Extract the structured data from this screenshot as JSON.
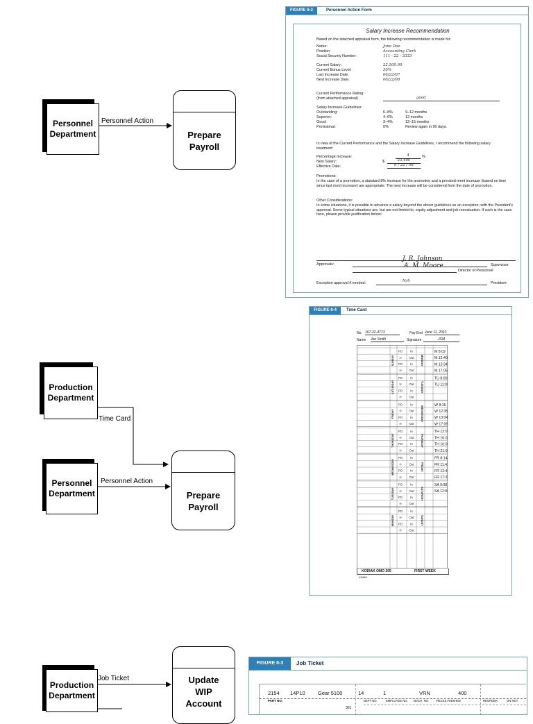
{
  "diagram1": {
    "entity": "Personnel\nDepartment",
    "flow": "Personnel Action",
    "process": "Prepare\nPayroll"
  },
  "diagram2": {
    "entity_top": "Production\nDepartment",
    "flow_top": "Time Card",
    "entity_bottom": "Personnel\nDepartment",
    "flow_bottom": "Personnel Action",
    "process": "Prepare\nPayroll"
  },
  "diagram3": {
    "entity": "Production\nDepartment",
    "flow": "Job Ticket",
    "process": "Update\nWIP\nAccount"
  },
  "figure_6_2": {
    "tag": "FIGURE 6-2",
    "title": "Personnel Action Form",
    "form_title": "Salary Increase Recommendation",
    "intro": "Based on the attached appraisal form, the following recommendation is made for:",
    "fields": [
      {
        "label": "Name:",
        "value": "Jane Doe"
      },
      {
        "label": "Position:",
        "value": "Accounting Clerk"
      },
      {
        "label": "Social Security Number:",
        "value": "111 - 22 - 3333"
      }
    ],
    "salary_fields": [
      {
        "label": "Current Salary:",
        "value": "22,500.00"
      },
      {
        "label": "Current Bonus Level:",
        "value": "50%"
      },
      {
        "label": "Last Increase Date:",
        "value": "06/22/07"
      },
      {
        "label": "Next Increase Date:",
        "value": "06/22/08"
      }
    ],
    "rating_label": "Current Performance Rating:",
    "rating_sub": "(from attached appraisal)",
    "rating_value": "good",
    "guidelines_label": "Salary Increase Guidelines:",
    "guidelines": [
      {
        "grade": "Outstanding:",
        "pct": "6–8%",
        "time": "9–12 months"
      },
      {
        "grade": "Superior:",
        "pct": "4–6%",
        "time": "12 months"
      },
      {
        "grade": "Good:",
        "pct": "3–4%",
        "time": "12–15 months"
      },
      {
        "grade": "Provisional:",
        "pct": "0%",
        "time": "Review again in 90 days."
      }
    ],
    "recommend_text": "In view of the Current Performance and the Salary Increase Guidelines, I recommend the following salary treatment:",
    "pct_label": "Percentage Increase:",
    "pct_value": "4",
    "pct_sign": "%",
    "salary_label": "New Salary:",
    "salary_prefix": "$",
    "salary_value": "23,400",
    "eff_label": "Effective Date:",
    "eff_value": "6 / 22 / 08",
    "promotions_label": "Promotions:",
    "promotions_text": "In the case of a promotion, a standard 8% increase for the promotion and a prorated merit increase (based on time since last merit increase) are appropriate. The next increase will be considered from the date of promotion.",
    "other_label": "Other Considerations:",
    "other_text": "In some situations, it is possible to advance a salary beyond the above guidelines as an exception, with the President's approval. Some typical situations are, but are not limited to, equity adjustment and job reevaluation. If such is the case here, please provide justification below:",
    "approvals_label": "Approvals:",
    "sig1": "J. R. Johnson",
    "sig1_role": "Supervisor",
    "sig2": "A. M. Moore",
    "sig2_role": "Director of Personnel",
    "exception_label": "Exception approval if needed:",
    "exception_value": "N/A",
    "exception_role": "President"
  },
  "figure_6_4": {
    "tag": "FIGURE 6-4",
    "title": "Time Card",
    "no_label": "No.",
    "no_value": "167-22-4773",
    "payend_label": "Pay End",
    "payend_value": "June 11, 2010",
    "name_label": "Name",
    "name_value": "Joe Smith",
    "sig_label": "Signature",
    "sig_value": "JSM",
    "days_left": [
      "SUNDAY",
      "SATURDAY",
      "FRIDAY",
      "THURSDAY",
      "WEDNESDAY",
      "TUESDAY",
      "MONDAY"
    ],
    "days_right": [
      "MONDAY",
      "TUESDAY",
      "WEDNESDAY",
      "THURSDAY",
      "FRIDAY",
      "SATURDAY",
      "SUNDAY"
    ],
    "cells": [
      "PO",
      "H",
      "PO",
      "H"
    ],
    "inout": [
      "In",
      "Out",
      "In",
      "Out"
    ],
    "entries": [
      [
        "M  8:02",
        "M  12:40",
        "M  13:34",
        "M  17:05"
      ],
      [
        "TU  8:00",
        "TU  11:06",
        "",
        ""
      ],
      [
        "W  8:15",
        "W  12:35",
        "W  13:04",
        "W  17:06"
      ],
      [
        "TH  12:07",
        "TH  16:02",
        "TH  16:08",
        "TH  21:08"
      ],
      [
        "FR  8:14",
        "FR  11:45",
        "FR  12:42",
        "FR  17:32"
      ],
      [
        "SA  9:08",
        "SA  12:00",
        "",
        ""
      ],
      [
        "",
        "",
        "",
        ""
      ]
    ],
    "footer_left": "KODIAK OMO 205",
    "footer_right": "FIRST WEEK",
    "footer_code": "X8458"
  },
  "figure_6_3": {
    "tag": "FIGURE 6-3",
    "title": "Job Ticket",
    "row": [
      "2154",
      "14P10",
      "Gear 5100",
      "14",
      "1",
      "VRN",
      "400"
    ],
    "sub_left": "PART NO.",
    "sub_value": "301",
    "sub_cols": [
      "DEPT NO.",
      "EMPLOYEE NO.",
      "MACH. NO.",
      "PIECES FINISHED",
      "REORDER",
      "ON NOT"
    ]
  }
}
